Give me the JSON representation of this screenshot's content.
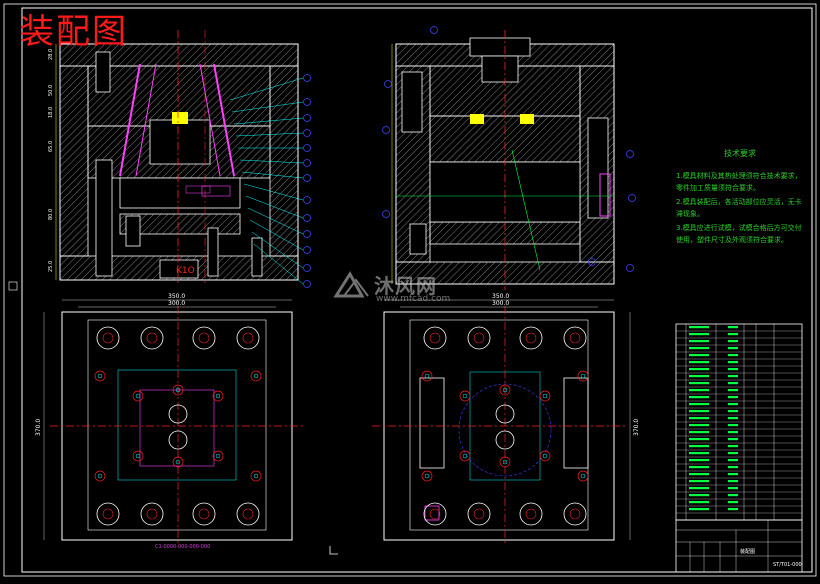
{
  "drawing": {
    "title": "装配图",
    "notes_title": "技术要求",
    "notes": [
      "1.模具材料及其热处理须符合技术要求，零件加工质量须符合要求。",
      "2.模具装配后，各活动部位应灵活，无卡滞现象。",
      "3.模具应进行试模，试模合格后方可交付使用，塑件尺寸及外观须符合要求。"
    ],
    "watermark_cn": "沐风网",
    "watermark_url": "www.mfcad.com",
    "caption": "C1-0000-000-000-000",
    "title_block": {
      "name": "装配图",
      "code": "ST/T01-000"
    },
    "dims": {
      "top_left_w1": "350.0",
      "top_left_w2": "300.0",
      "top_right_w1": "350.0",
      "top_right_w2": "300.0",
      "left_h": "370.0",
      "right_h": "370.0",
      "side_1": "28.0",
      "side_2": "50.0",
      "side_3": "18.0",
      "side_4": "65.0",
      "side_5": "80.0",
      "side_6": "25.0"
    },
    "bom_rows": 28
  },
  "colors": {
    "bg": "#000000",
    "outline": "#ffffff",
    "red": "#ff2020",
    "cyan": "#00ffff",
    "yellow": "#ffff00",
    "green": "#00ff40",
    "magenta": "#ff40ff",
    "blue": "#4040ff"
  }
}
